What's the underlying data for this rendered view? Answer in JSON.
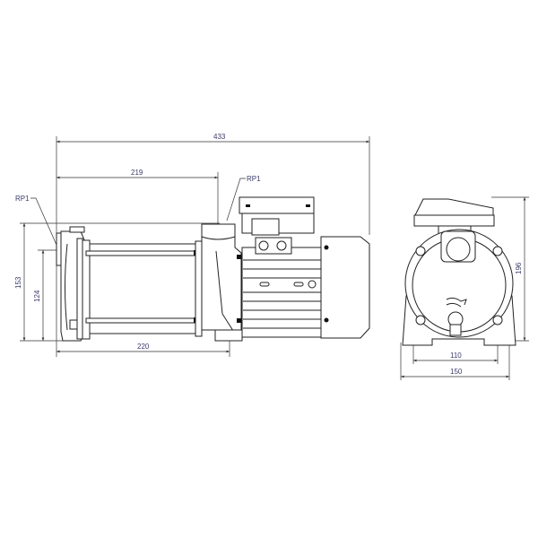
{
  "side_view": {
    "dim_overall_length": "433",
    "dim_discharge_offset": "219",
    "dim_height": "153",
    "dim_inlet_height": "124",
    "dim_base_length": "220",
    "label_inlet": "RP1",
    "label_outlet": "RP1"
  },
  "front_view": {
    "dim_height": "196",
    "dim_foot_spacing": "110",
    "dim_base_width": "150"
  },
  "colors": {
    "lines": "#222222",
    "dimension_text": "#3a3a6a"
  }
}
